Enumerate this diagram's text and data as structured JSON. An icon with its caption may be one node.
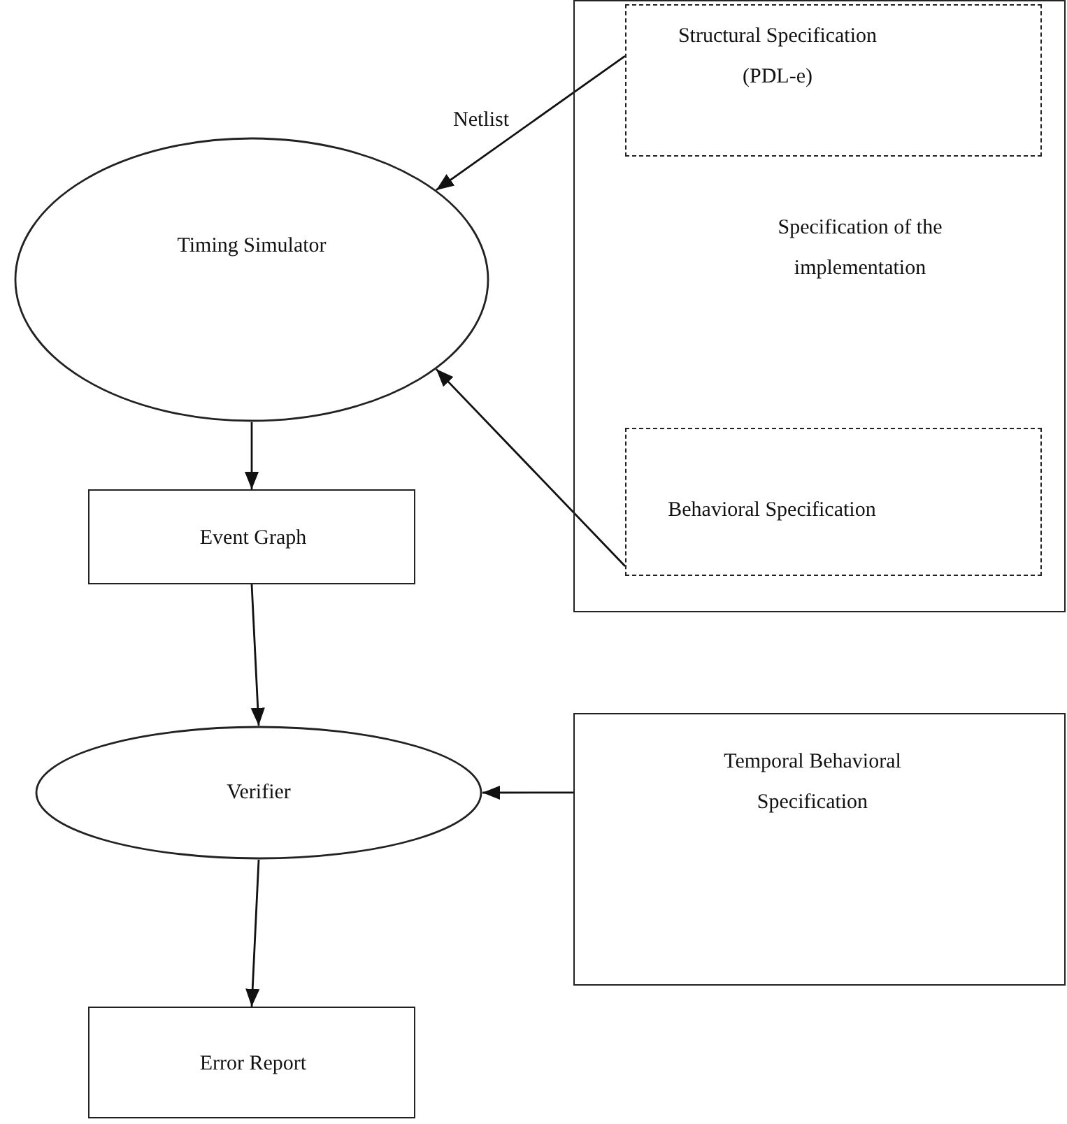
{
  "diagram": {
    "nodes": [
      {
        "text": [
          "Specification of the implementation"
        ]
      },
      {
        "text": [
          "Structural Specification (PDL-e)"
        ],
        "in": 0
      },
      {
        "text": [
          "Behavioral Specification"
        ],
        "in": 0
      },
      {
        "text": [
          "Timing Simulator"
        ]
      },
      {
        "text": [
          "Event Graph"
        ]
      },
      {
        "text": [
          "Verifier"
        ]
      },
      {
        "text": [
          "Temporal Behavioral Specification"
        ]
      },
      {
        "text": [
          "Error Report"
        ]
      }
    ],
    "edges": [
      {
        "from": 1,
        "to": 3,
        "arrow": "to",
        "label": "Netlist"
      },
      {
        "from": 2,
        "to": 3,
        "arrow": "to"
      },
      {
        "from": 3,
        "to": 4,
        "arrow": "to"
      },
      {
        "from": 4,
        "to": 5,
        "arrow": "to"
      },
      {
        "from": 6,
        "to": 5,
        "arrow": "to"
      },
      {
        "from": 5,
        "to": 7,
        "arrow": "to"
      }
    ]
  }
}
